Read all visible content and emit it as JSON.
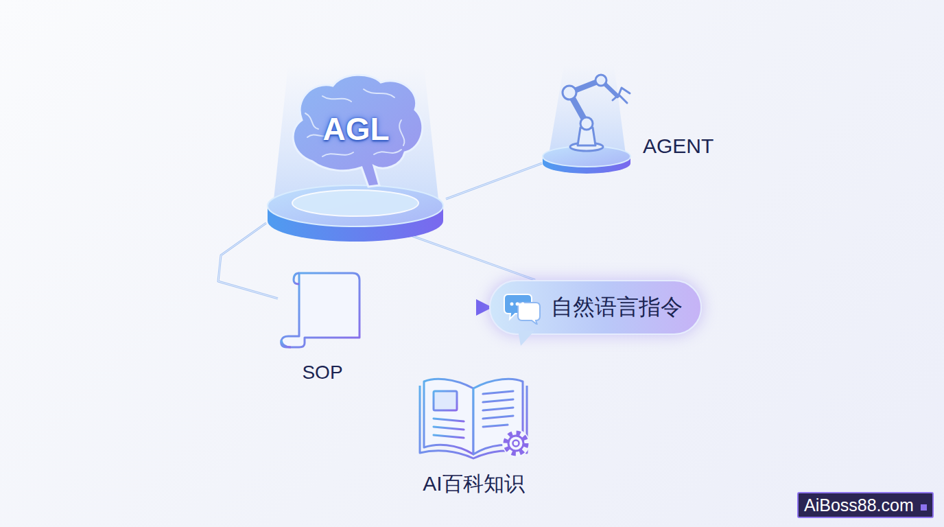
{
  "diagram": {
    "nodes": [
      {
        "text": [
          "AGL"
        ]
      },
      {
        "text": [
          "AGENT"
        ]
      },
      {
        "text": [
          "SOP"
        ]
      },
      {
        "text": [
          "自然语言指令"
        ]
      },
      {
        "text": [
          "AI百科知识"
        ]
      }
    ],
    "edges": [
      {
        "from": 0,
        "to": 1,
        "arrow": "none"
      },
      {
        "from": 0,
        "to": 3,
        "arrow": "none"
      },
      {
        "from": 0,
        "to": 2,
        "arrow": "none"
      },
      {
        "from": 2,
        "to": 3,
        "arrow": "to"
      }
    ],
    "labels": [
      "AiBoss88.com"
    ]
  }
}
